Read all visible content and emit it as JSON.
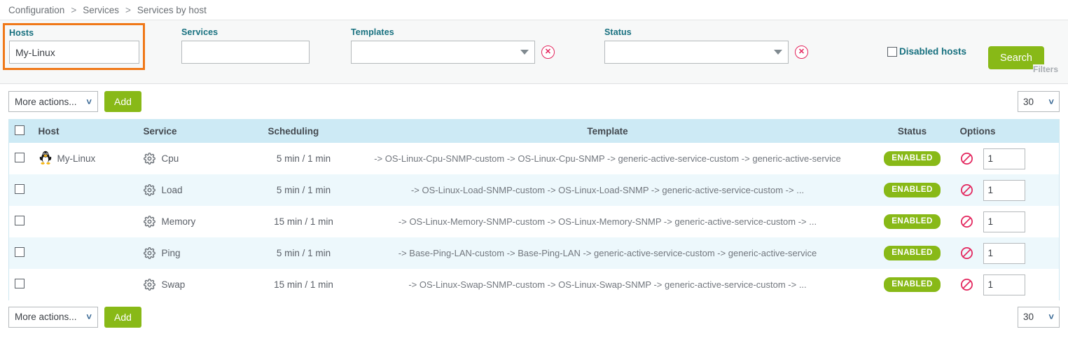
{
  "breadcrumb": {
    "items": [
      "Configuration",
      "Services",
      "Services by host"
    ],
    "separator": ">"
  },
  "filters": {
    "hosts": {
      "label": "Hosts",
      "value": "My-Linux",
      "placeholder": ""
    },
    "services": {
      "label": "Services",
      "value": "",
      "placeholder": ""
    },
    "templates": {
      "label": "Templates",
      "value": "",
      "clear_icon": "clear-circle-icon"
    },
    "status": {
      "label": "Status",
      "value": "",
      "clear_icon": "clear-circle-icon"
    },
    "disabled_hosts": {
      "label": "Disabled hosts",
      "checked": false
    },
    "search_label": "Search",
    "panel_tag": "Filters",
    "highlight_color": "#f07818",
    "accent_color": "#17707f",
    "button_color": "#88b917"
  },
  "toolbar": {
    "more_actions_label": "More actions...",
    "add_label": "Add",
    "page_size": "30",
    "chevron": "⌄"
  },
  "table": {
    "columns": [
      "Host",
      "Service",
      "Scheduling",
      "Template",
      "Status",
      "Options"
    ],
    "header_bg": "#cdeaf5",
    "rows": [
      {
        "host": "My-Linux",
        "host_icon": "linux-tux-icon",
        "service": "Cpu",
        "service_icon": "gear-icon",
        "scheduling": "5 min / 1 min",
        "template": "-> OS-Linux-Cpu-SNMP-custom -> OS-Linux-Cpu-SNMP -> generic-active-service-custom -> generic-active-service",
        "status": "ENABLED",
        "option_icon": "disable-circle-icon",
        "option_value": "1"
      },
      {
        "host": "",
        "host_icon": "",
        "service": "Load",
        "service_icon": "gear-icon",
        "scheduling": "5 min / 1 min",
        "template": "-> OS-Linux-Load-SNMP-custom -> OS-Linux-Load-SNMP -> generic-active-service-custom -> ...",
        "status": "ENABLED",
        "option_icon": "disable-circle-icon",
        "option_value": "1"
      },
      {
        "host": "",
        "host_icon": "",
        "service": "Memory",
        "service_icon": "gear-icon",
        "scheduling": "15 min / 1 min",
        "template": "-> OS-Linux-Memory-SNMP-custom -> OS-Linux-Memory-SNMP -> generic-active-service-custom -> ...",
        "status": "ENABLED",
        "option_icon": "disable-circle-icon",
        "option_value": "1"
      },
      {
        "host": "",
        "host_icon": "",
        "service": "Ping",
        "service_icon": "gear-icon",
        "scheduling": "5 min / 1 min",
        "template": "-> Base-Ping-LAN-custom -> Base-Ping-LAN -> generic-active-service-custom -> generic-active-service",
        "status": "ENABLED",
        "option_icon": "disable-circle-icon",
        "option_value": "1"
      },
      {
        "host": "",
        "host_icon": "",
        "service": "Swap",
        "service_icon": "gear-icon",
        "scheduling": "15 min / 1 min",
        "template": "-> OS-Linux-Swap-SNMP-custom -> OS-Linux-Swap-SNMP -> generic-active-service-custom -> ...",
        "status": "ENABLED",
        "option_icon": "disable-circle-icon",
        "option_value": "1"
      }
    ]
  }
}
